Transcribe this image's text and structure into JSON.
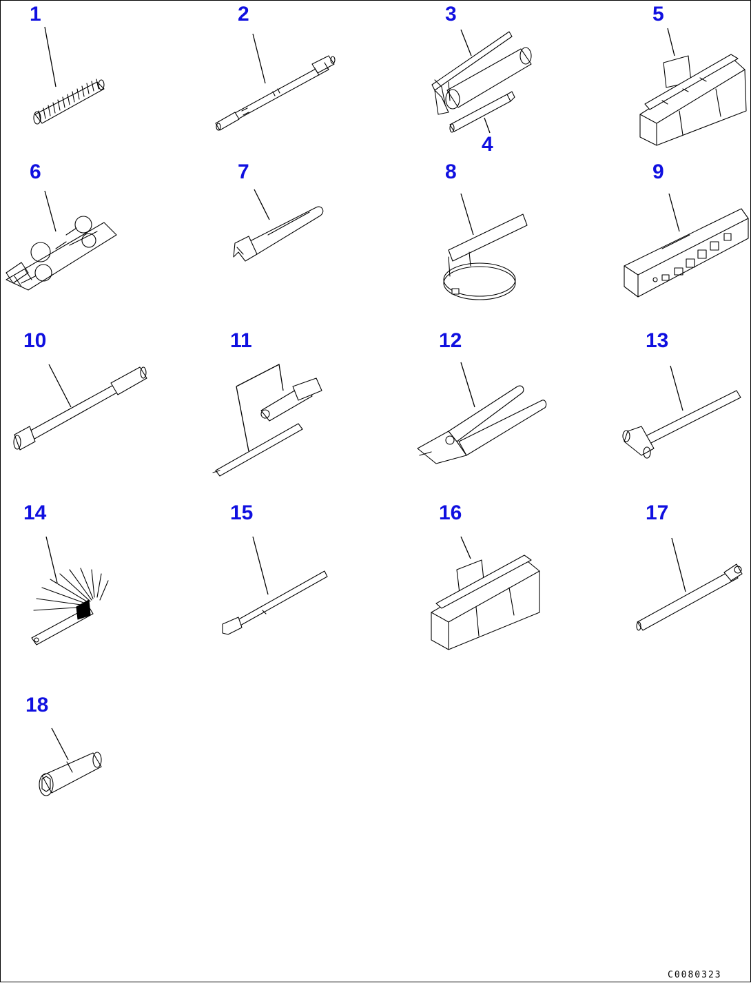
{
  "callouts": {
    "c1": "1",
    "c2": "2",
    "c3": "3",
    "c4": "4",
    "c5": "5",
    "c6": "6",
    "c7": "7",
    "c8": "8",
    "c9": "9",
    "c10": "10",
    "c11": "11",
    "c12": "12",
    "c13": "13",
    "c14": "14",
    "c15": "15",
    "c16": "16",
    "c17": "17",
    "c18": "18"
  },
  "reference_code": "C0080323",
  "colors": {
    "callout": "#1010e0",
    "line": "#000000",
    "background": "#ffffff"
  }
}
